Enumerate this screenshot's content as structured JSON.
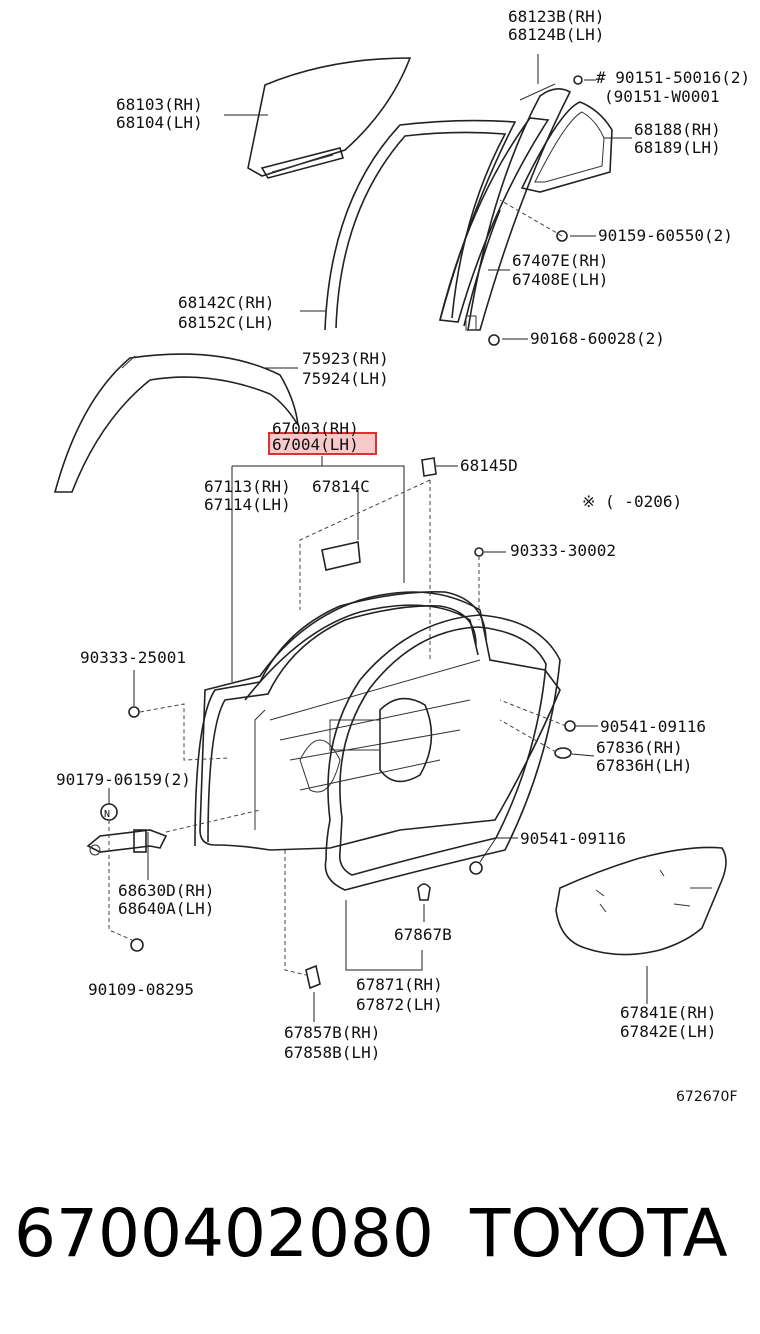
{
  "labels": {
    "l68123": "68123B(RH)",
    "l68124": "68124B(LH)",
    "l90151a": "# 90151-50016(2)",
    "l90151b": "(90151-W0001",
    "l68103": "68103(RH)",
    "l68104": "68104(LH)",
    "l68188": "68188(RH)",
    "l68189": "68189(LH)",
    "l90159": "90159-60550(2)",
    "l67407": "67407E(RH)",
    "l67408": "67408E(LH)",
    "l68142": "68142C(RH)",
    "l68152": "68152C(LH)",
    "l90168": "90168-60028(2)",
    "l75923": "75923(RH)",
    "l75924": "75924(LH)",
    "l67003": "67003(RH)",
    "l67004": "67004(LH)",
    "l68145": "68145D",
    "l67113": "67113(RH)",
    "l67114": "67114(LH)",
    "l67814": "67814C",
    "l0206": "※ (     -0206)",
    "l90333b": "90333-30002",
    "l90333a": "90333-25001",
    "l90541a": "90541-09116",
    "l67836": "67836(RH)",
    "l67836h": "67836H(LH)",
    "l90179": "90179-06159(2)",
    "l90541b": "90541-09116",
    "l68630": "68630D(RH)",
    "l68640": "68640A(LH)",
    "l67867": "67867B",
    "l90109": "90109-08295",
    "l67871": "67871(RH)",
    "l67872": "67872(LH)",
    "l67841": "67841E(RH)",
    "l67842": "67842E(LH)",
    "l67857": "67857B(RH)",
    "l67858": "67858B(LH)",
    "nut": "N",
    "diagram_code": "672670F"
  },
  "footer": {
    "part_number": "6700402080",
    "brand": "TOYOTA"
  },
  "highlight_color": "#e03030"
}
